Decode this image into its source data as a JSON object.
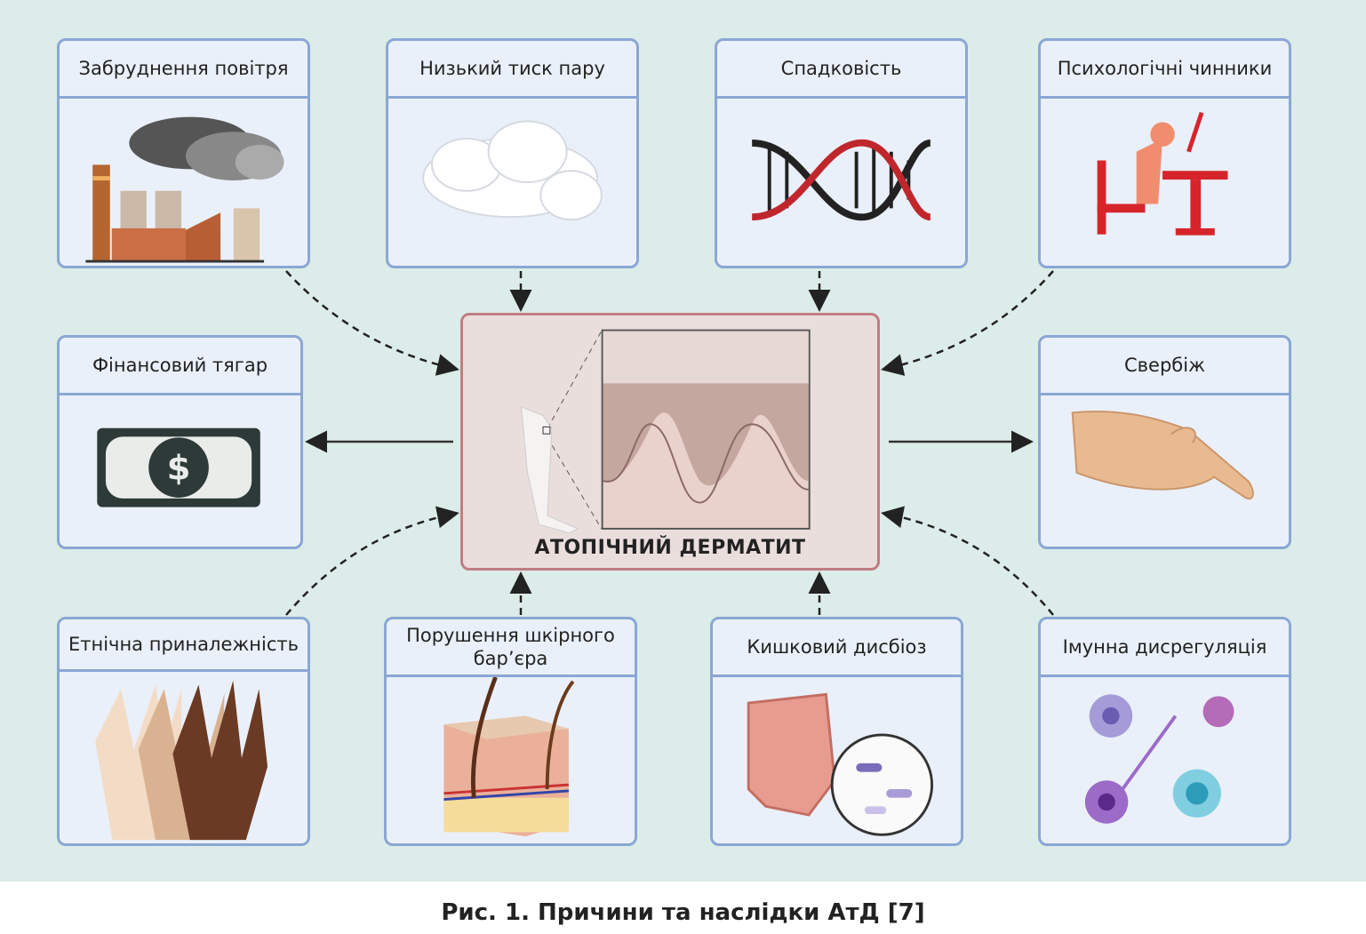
{
  "center": {
    "label": "АТОПІЧНИЙ ДЕРМАТИТ"
  },
  "causes_top": [
    {
      "label": "Забруднення повітря",
      "icon": "factory-pollution-icon"
    },
    {
      "label": "Низький тиск пару",
      "icon": "cloud-icon"
    },
    {
      "label": "Спадковість",
      "icon": "dna-icon"
    },
    {
      "label": "Психологічні чинники",
      "icon": "stressed-person-icon"
    }
  ],
  "consequences": [
    {
      "label": "Фінансовий тягар",
      "icon": "money-bill-icon"
    },
    {
      "label": "Свербіж",
      "icon": "scratching-hand-icon"
    }
  ],
  "causes_bottom": [
    {
      "label": "Етнічна приналежність",
      "icon": "hands-icon"
    },
    {
      "label": "Порушення шкірного бар’єра",
      "icon": "skin-layers-icon"
    },
    {
      "label": "Кишковий дисбіоз",
      "icon": "intestine-bacteria-icon"
    },
    {
      "label": "Імунна дисрегуляція",
      "icon": "immune-cells-icon"
    }
  ],
  "caption": "Рис. 1. Причини та наслідки АтД [7]",
  "colors": {
    "background": "#dcece8",
    "card_border": "#8aa7d4",
    "card_fill": "#eaf0f9",
    "center_border": "#c07d83",
    "center_fill": "#eadedd"
  }
}
